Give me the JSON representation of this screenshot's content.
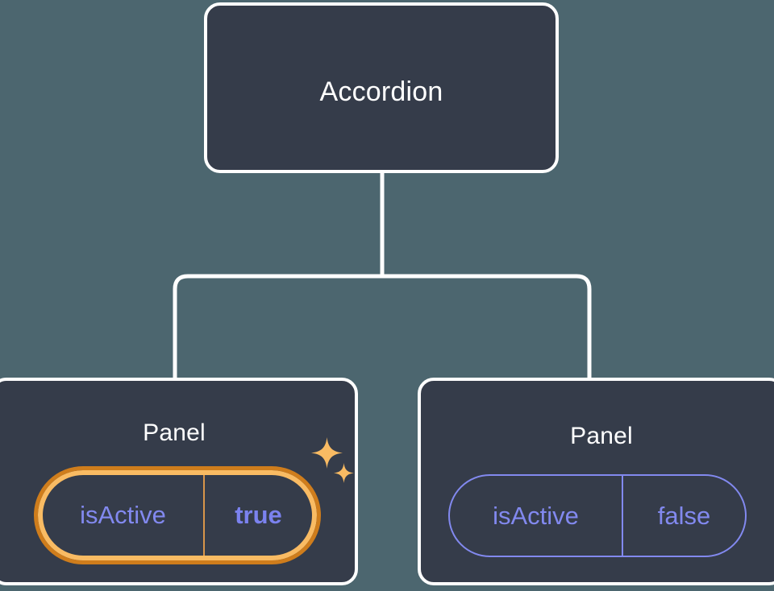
{
  "canvas": {
    "background_color": "#4c666f",
    "node_fill_color": "#353c4a",
    "node_border_color": "#ffffff",
    "connector_color": "#ffffff",
    "prop_text_color": "#8289ef",
    "highlight_inner_color": "#f9bb63",
    "highlight_outer_color": "#cf7d1c",
    "sparkle_color": "#f9bb63"
  },
  "tree": {
    "root": {
      "title": "Accordion"
    },
    "children": [
      {
        "title": "Panel",
        "highlighted": true,
        "prop": {
          "key": "isActive",
          "value": "true"
        }
      },
      {
        "title": "Panel",
        "highlighted": false,
        "prop": {
          "key": "isActive",
          "value": "false"
        }
      }
    ]
  },
  "icons": {
    "sparkle_large": "sparkle-icon",
    "sparkle_small": "sparkle-icon"
  }
}
